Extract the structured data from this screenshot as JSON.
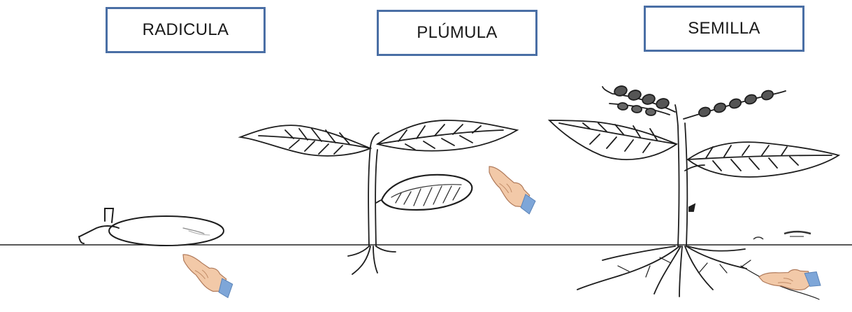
{
  "labels": [
    {
      "text": "RADICULA"
    },
    {
      "text": "PLÚMULA"
    },
    {
      "text": "SEMILLA"
    }
  ],
  "colors": {
    "box_border": "#4a6fa5",
    "line": "#222222",
    "skin": "#f2c9a8",
    "skin_shade": "#d9a07c",
    "cuff": "#7ea6d8"
  },
  "icons": [
    "pointing-hand-icon",
    "seed-drawing",
    "seedling-drawing",
    "plant-drawing"
  ]
}
